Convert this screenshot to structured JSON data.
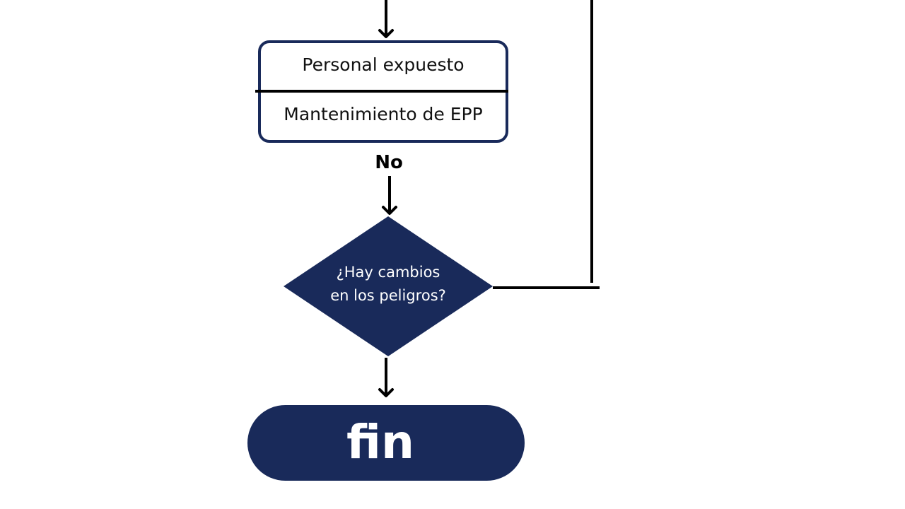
{
  "diagram": {
    "process": {
      "top_text": "Personal expuesto",
      "bottom_text": "Mantenimiento de EPP"
    },
    "branch_label": "No",
    "decision": {
      "line1": "¿Hay cambios",
      "line2": "en los peligros?"
    },
    "terminator": {
      "label": "fin"
    },
    "colors": {
      "navy": "#192a5a",
      "connector": "#000000",
      "background": "#ffffff"
    }
  }
}
